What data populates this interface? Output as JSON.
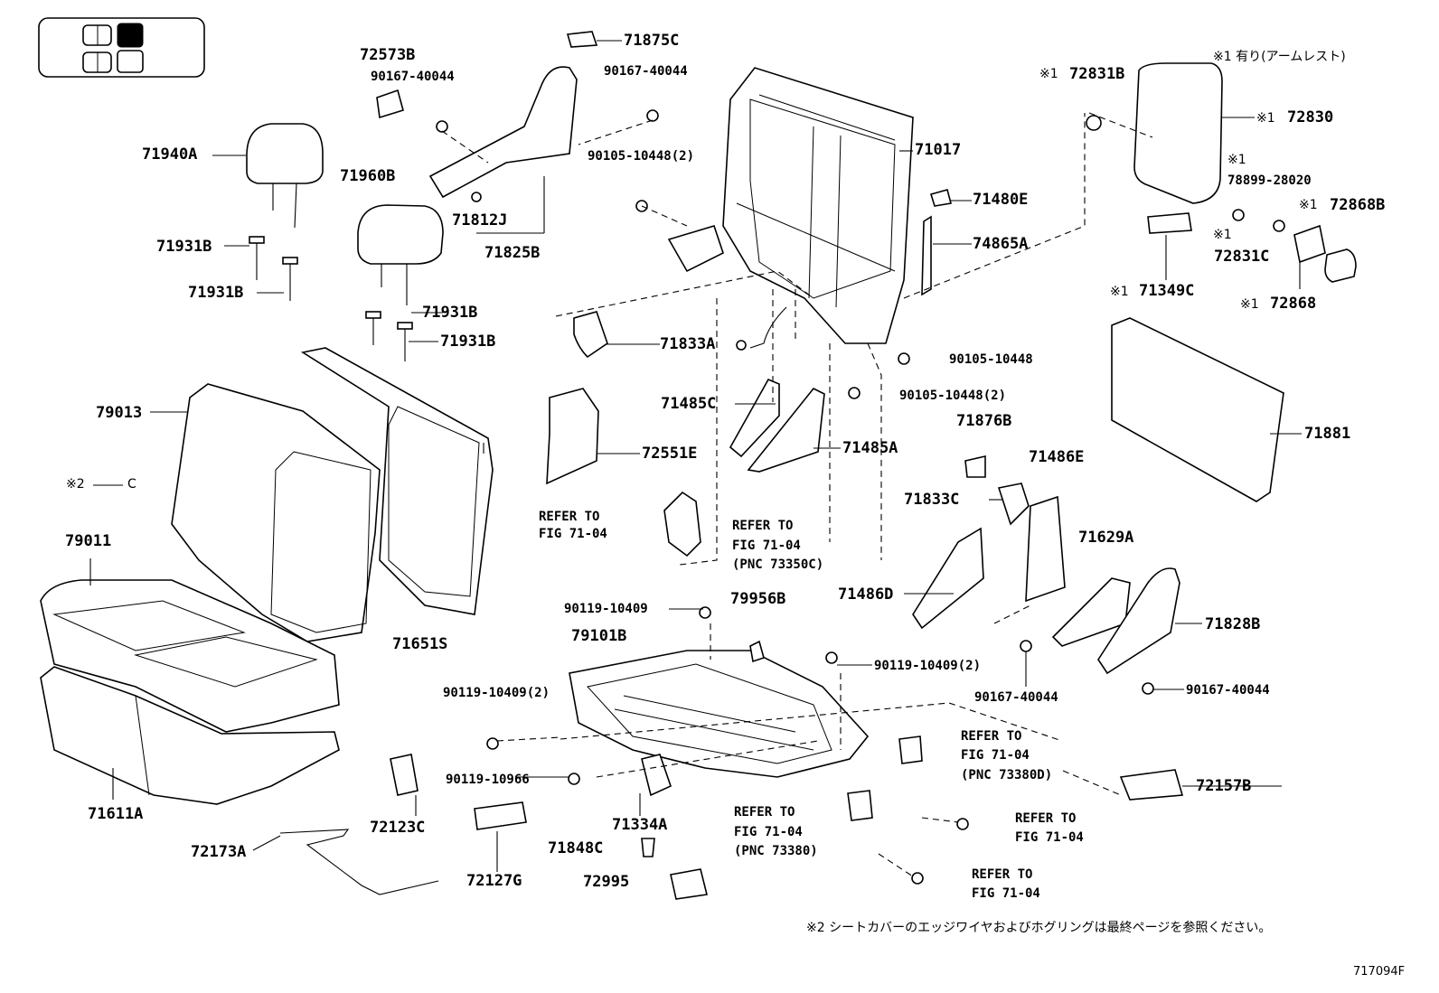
{
  "diagram_code": "717094F",
  "labels": {
    "p72573B": "72573B",
    "p90167_40044_a": "90167-40044",
    "p71875C": "71875C",
    "p90167_40044_b": "90167-40044",
    "p71940A": "71940A",
    "p71960B": "71960B",
    "p90105_10448_2a": "90105-10448(2)",
    "p71017": "71017",
    "p71931B_a": "71931B",
    "p71931B_b": "71931B",
    "p71931B_c": "71931B",
    "p71931B_d": "71931B",
    "p71812J": "71812J",
    "p71825B": "71825B",
    "p71480E": "71480E",
    "p74865A": "74865A",
    "p72831B": "72831B",
    "p72830": "72830",
    "p78899_28020": "78899-28020",
    "p72868B": "72868B",
    "p72831C": "72831C",
    "p71349C": "71349C",
    "p72868": "72868",
    "p71833A": "71833A",
    "p90105_10448": "90105-10448",
    "p90105_10448_2b": "90105-10448(2)",
    "p79013": "79013",
    "p71485C": "71485C",
    "p71485A": "71485A",
    "p72551E": "72551E",
    "p71876B": "71876B",
    "p71486E": "71486E",
    "p71881": "71881",
    "p71833C": "71833C",
    "p79011": "79011",
    "p71629A": "71629A",
    "p71486D": "71486D",
    "p71651S": "71651S",
    "p79956B": "79956B",
    "p90119_10409_a": "90119-10409",
    "p79101B": "79101B",
    "p71828B": "71828B",
    "p90119_10409_2a": "90119-10409(2)",
    "p90167_40044_c": "90167-40044",
    "p90167_40044_d": "90167-40044",
    "p90119_10409_2b": "90119-10409(2)",
    "p90119_10966": "90119-10966",
    "p71611A": "71611A",
    "p72123C": "72123C",
    "p71334A": "71334A",
    "p72157B": "72157B",
    "p72173A": "72173A",
    "p71848C": "71848C",
    "p72127G": "72127G",
    "p72995": "72995"
  },
  "markers": {
    "note1": "※1",
    "note2": "※2",
    "hook_symbol": "C"
  },
  "refer_blocks": {
    "r1_line1": "REFER TO",
    "r1_line2": "FIG 71-04",
    "r2_line1": "REFER TO",
    "r2_line2": "FIG 71-04",
    "r2_line3": "(PNC 73350C)",
    "r3_line1": "REFER TO",
    "r3_line2": "FIG 71-04",
    "r3_line3": "(PNC 73380D)",
    "r4_line1": "REFER TO",
    "r4_line2": "FIG 71-04",
    "r4_line3": "(PNC 73380)",
    "r5_line1": "REFER TO",
    "r5_line2": "FIG 71-04",
    "r6_line1": "REFER TO",
    "r6_line2": "FIG 71-04"
  },
  "notes": {
    "armrest_note": "※1 有り(アームレスト)",
    "footnote": "※2 シートカバーのエッジワイヤおよびホグリングは最終ページを参照ください。"
  }
}
